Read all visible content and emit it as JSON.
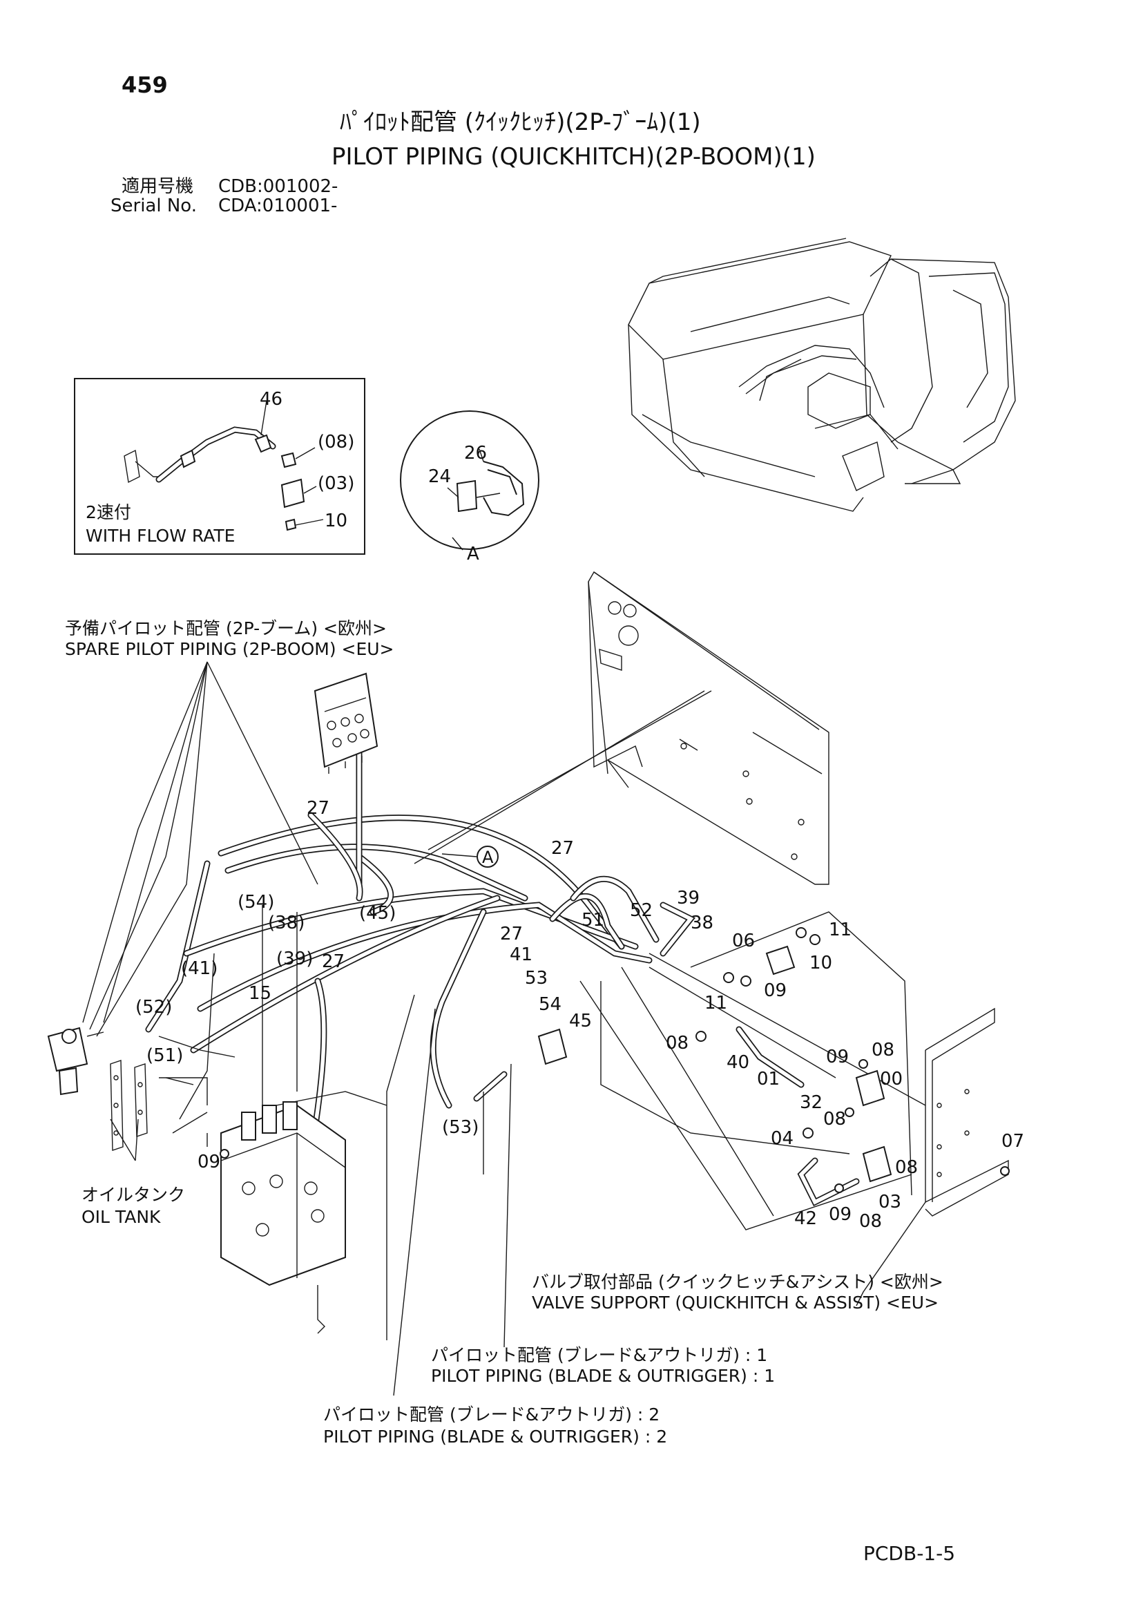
{
  "header": {
    "page_number": "459",
    "title_jp": "ﾊﾟｲﾛｯﾄ配管 (ｸｲｯｸﾋｯﾁ)(2P-ﾌﾞｰﾑ)(1)",
    "title_en": "PILOT PIPING (QUICKHITCH)(2P-BOOM)(1)",
    "serial_jp_label": "適用号機",
    "serial_jp_value": "CDB:001002-",
    "serial_en_label": "Serial No.",
    "serial_en_value": "CDA:010001-"
  },
  "inset_flow": {
    "labels": [
      "46",
      "(08)",
      "(03)",
      "10"
    ],
    "caption_jp": "2速付",
    "caption_en": "WITH FLOW RATE"
  },
  "detail_a": {
    "labels": [
      "26",
      "24"
    ],
    "view_label": "A"
  },
  "callouts": {
    "spare_jp": "予備パイロット配管 (2P-ブーム) <欧州>",
    "spare_en": "SPARE PILOT PIPING (2P-BOOM) <EU>",
    "oil_tank_jp": "オイルタンク",
    "oil_tank_en": "OIL TANK",
    "valve_support_jp": "バルブ取付部品 (クイックヒッチ&アシスト) <欧州>",
    "valve_support_en": "VALVE SUPPORT (QUICKHITCH & ASSIST) <EU>",
    "blade1_jp": "パイロット配管 (ブレード&アウトリガ) : 1",
    "blade1_en": "PILOT PIPING (BLADE & OUTRIGGER) : 1",
    "blade2_jp": "パイロット配管 (ブレード&アウトリガ) : 2",
    "blade2_en": "PILOT PIPING (BLADE & OUTRIGGER) : 2",
    "view_a_marker": "A"
  },
  "part_labels": {
    "p27a": "27",
    "p54p": "(54)",
    "p38p": "(38)",
    "p45p": "(45)",
    "p27b": "27",
    "p39": "39",
    "p52": "52",
    "p38": "38",
    "p51": "51",
    "p27c": "27",
    "p41": "41",
    "p53": "53",
    "p54": "54",
    "p45": "45",
    "p41p": "(41)",
    "p39p": "(39)",
    "p27d": "27",
    "p15": "15",
    "p52p": "(52)",
    "p51p": "(51)",
    "p53p": "(53)",
    "p09a": "09",
    "p11a": "11",
    "p06": "06",
    "p10": "10",
    "p11b": "11",
    "p09b": "09",
    "p08a": "08",
    "p08b": "08",
    "p40": "40",
    "p01": "01",
    "p09c": "09",
    "p00": "00",
    "p32": "32",
    "p08c": "08",
    "p04": "04",
    "p08d": "08",
    "p07": "07",
    "p03": "03",
    "p42": "42",
    "p09d": "09",
    "p08e": "08"
  },
  "footer": {
    "code": "PCDB-1-5"
  }
}
